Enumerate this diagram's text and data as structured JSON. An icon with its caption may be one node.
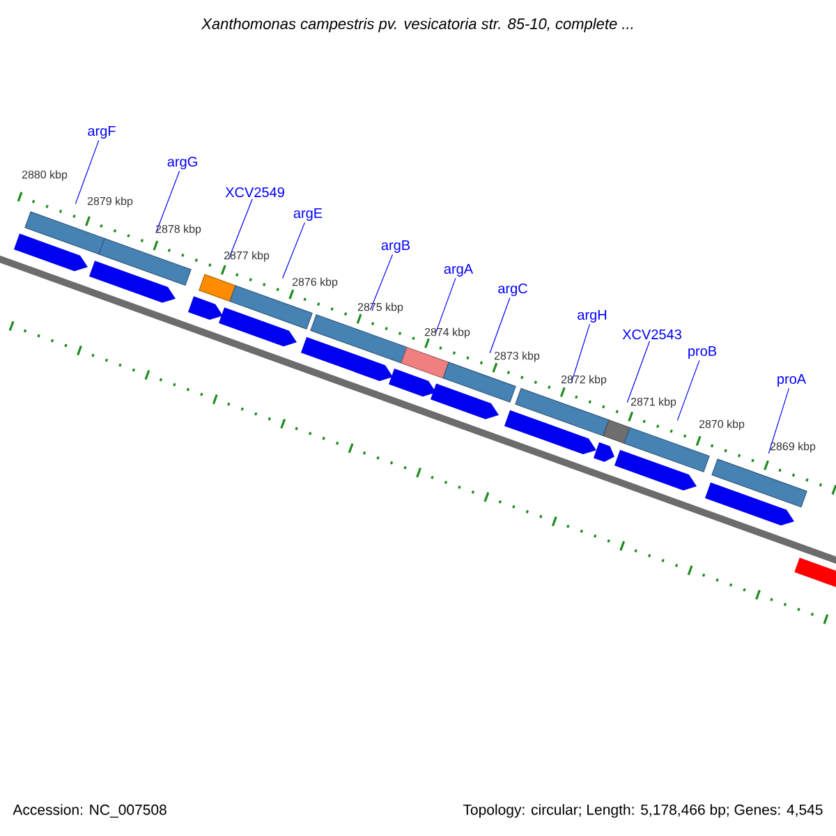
{
  "diagram": {
    "title": "Xanthomonas campestris pv. vesicatoria str. 85-10, complete ...",
    "nodes": [
      {
        "text": [
          "argF"
        ]
      },
      {
        "text": [
          "argG"
        ]
      },
      {
        "text": [
          "XCV2549"
        ]
      },
      {
        "text": [
          "argE"
        ]
      },
      {
        "text": [
          "argB"
        ]
      },
      {
        "text": [
          "argA"
        ]
      },
      {
        "text": [
          "argC"
        ]
      },
      {
        "text": [
          "argH"
        ]
      },
      {
        "text": [
          "XCV2543"
        ]
      },
      {
        "text": [
          "proB"
        ]
      },
      {
        "text": [
          "proA"
        ]
      },
      {
        "text": [],
        "shape": "bar"
      },
      {
        "text": [],
        "shape": "bar"
      },
      {
        "text": [],
        "shape": "bar"
      },
      {
        "text": [],
        "shape": "bar"
      },
      {
        "text": [],
        "shape": "bar"
      },
      {
        "text": [],
        "shape": "bar"
      },
      {
        "text": [],
        "shape": "bar"
      },
      {
        "text": [],
        "shape": "bar"
      },
      {
        "text": [],
        "shape": "bar"
      },
      {
        "text": [],
        "shape": "bar"
      },
      {
        "text": [],
        "shape": "bar"
      },
      {
        "text": [],
        "shape": "arrow"
      }
    ],
    "edges": [
      {
        "from": 0,
        "to": 11,
        "arrow": "none"
      },
      {
        "from": 1,
        "to": 12,
        "arrow": "none"
      },
      {
        "from": 2,
        "to": 13,
        "arrow": "none"
      },
      {
        "from": 3,
        "to": 14,
        "arrow": "none"
      },
      {
        "from": 4,
        "to": 15,
        "arrow": "none"
      },
      {
        "from": 5,
        "to": 16,
        "arrow": "none"
      },
      {
        "from": 6,
        "to": 17,
        "arrow": "none"
      },
      {
        "from": 7,
        "to": 18,
        "arrow": "none"
      },
      {
        "from": 8,
        "to": 19,
        "arrow": "none"
      },
      {
        "from": 9,
        "to": 20,
        "arrow": "none"
      },
      {
        "from": 10,
        "to": 21,
        "arrow": "none"
      }
    ],
    "labels": [
      "2880 kbp",
      "2879 kbp",
      "2878 kbp",
      "2877 kbp",
      "2876 kbp",
      "2875 kbp",
      "2874 kbp",
      "2873 kbp",
      "2872 kbp",
      "2871 kbp",
      "2870 kbp",
      "2869 kbp",
      "Accession: NC_007508",
      "Topology: circular; Length: 5,178,466 bp; Genes: 4,545"
    ]
  }
}
